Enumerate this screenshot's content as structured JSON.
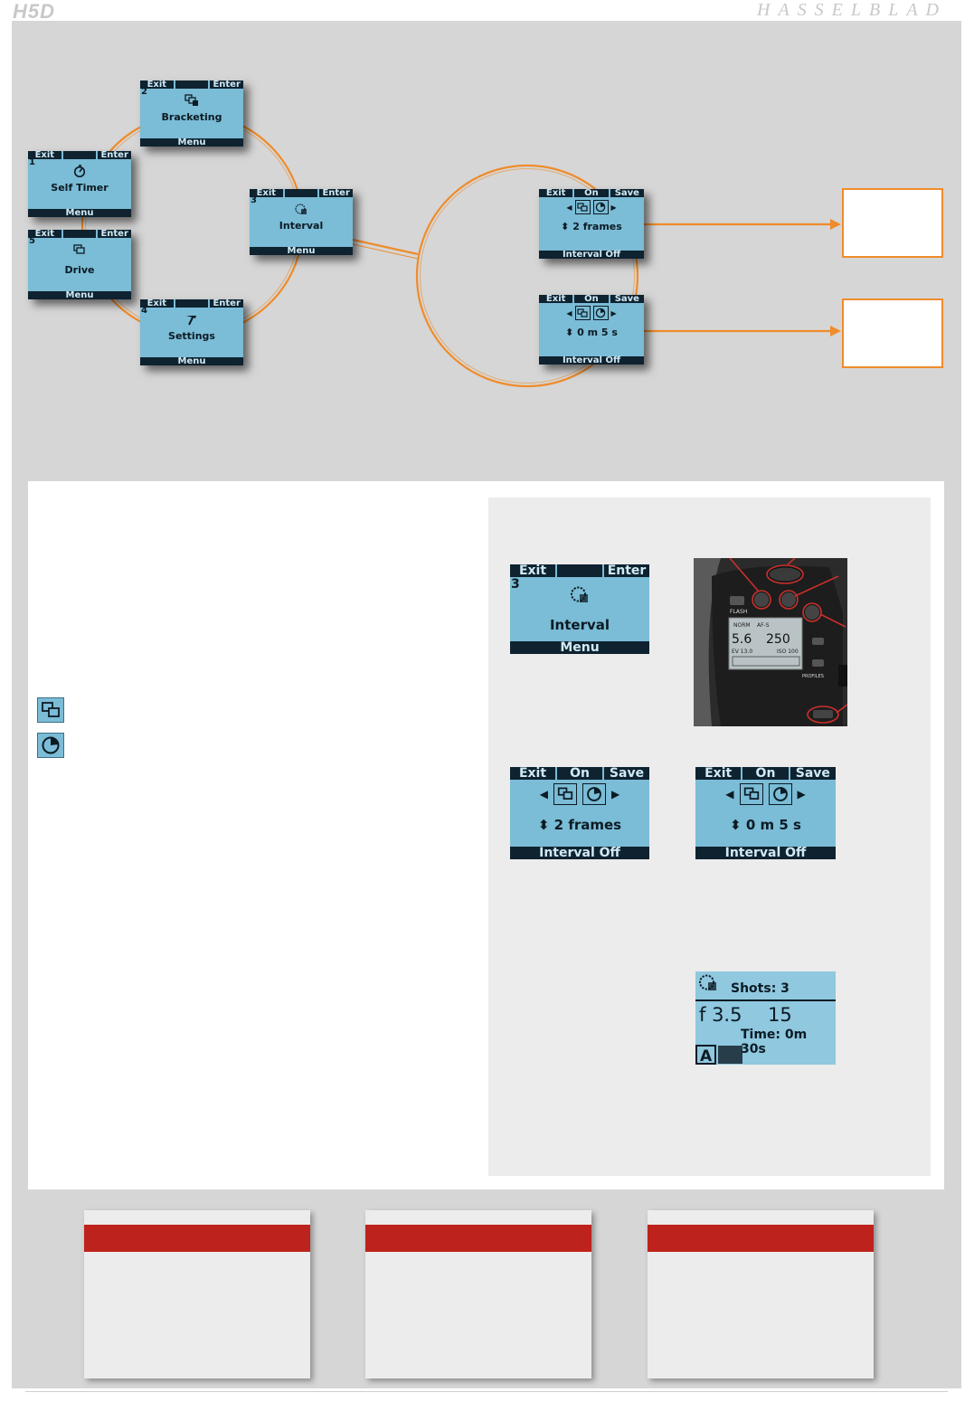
{
  "header": {
    "model": "H5D",
    "brand": "HASSELBLAD"
  },
  "colors": {
    "lcd": "#7bbcd6",
    "lcd_dark": "#0e2230",
    "accent_orange": "#ef8c2b",
    "accent_red": "#bd231c",
    "panel": "#d6d6d6"
  },
  "diagram": {
    "menus": [
      {
        "number": "1",
        "title": "Self Timer",
        "icon": "timer-icon",
        "exit": "Exit",
        "enter": "Enter",
        "footer": "Menu"
      },
      {
        "number": "2",
        "title": "Bracketing",
        "icon": "bracketing-icon",
        "exit": "Exit",
        "enter": "Enter",
        "footer": "Menu"
      },
      {
        "number": "3",
        "title": "Interval",
        "icon": "interval-icon",
        "exit": "Exit",
        "enter": "Enter",
        "footer": "Menu"
      },
      {
        "number": "4",
        "title": "Settings",
        "icon": "settings-icon",
        "exit": "Exit",
        "enter": "Enter",
        "footer": "Menu"
      },
      {
        "number": "5",
        "title": "Drive",
        "icon": "drive-icon",
        "exit": "Exit",
        "enter": "Enter",
        "footer": "Menu"
      }
    ],
    "interval_frames": {
      "exit": "Exit",
      "on": "On",
      "save": "Save",
      "value": "⬍ 2 frames",
      "footer": "Interval Off"
    },
    "interval_time": {
      "exit": "Exit",
      "on": "On",
      "save": "Save",
      "value": "⬍ 0 m 5 s",
      "footer": "Interval Off"
    }
  },
  "examples": {
    "interval_menu": {
      "number": "3",
      "title": "Interval",
      "exit": "Exit",
      "enter": "Enter",
      "footer": "Menu"
    },
    "frames_screen": {
      "exit": "Exit",
      "on": "On",
      "save": "Save",
      "value": "⬍ 2 frames",
      "footer": "Interval Off"
    },
    "time_screen": {
      "exit": "Exit",
      "on": "On",
      "save": "Save",
      "value": "⬍ 0 m 5 s",
      "footer": "Interval Off"
    },
    "camera": {
      "flash": "FLASH",
      "profiles": "PROFILES",
      "aperture": "5.6",
      "speed": "250",
      "ev": "EV 13.0",
      "iso": "ISO 100",
      "mode": "NORM",
      "af": "AF-S"
    },
    "status": {
      "shots_label": "Shots: 3",
      "aperture": "f 3.5",
      "speed": "15",
      "time": "Time: 0m 30s",
      "mode": "A"
    }
  }
}
